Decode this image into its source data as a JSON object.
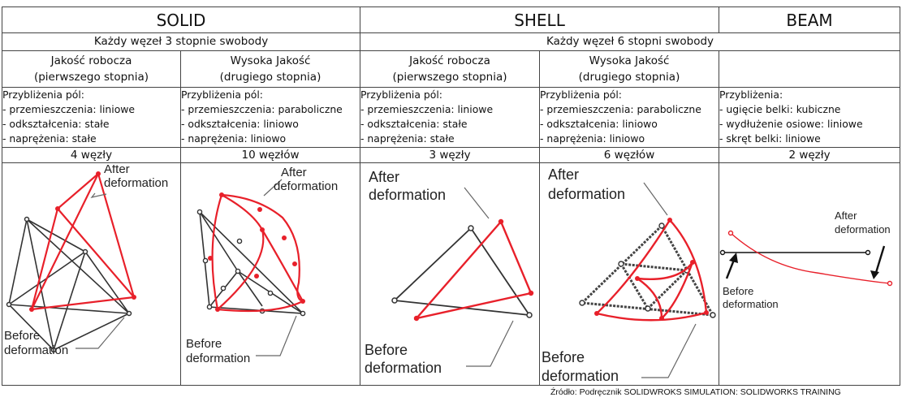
{
  "headers": {
    "solid": "SOLID",
    "shell": "SHELL",
    "beam": "BEAM"
  },
  "dof": {
    "solid": "Każdy węzeł 3 stopnie swobody",
    "shell": "Każdy węzeł 6 stopni swobody"
  },
  "quality": {
    "draft": {
      "line1": "Jakość robocza",
      "line2": "(pierwszego stopnia)"
    },
    "high": {
      "line1": "Wysoka Jakość",
      "line2": "(drugiego stopnia)"
    }
  },
  "approx": {
    "title": "Przybliżenia pól:",
    "beam_title": "Przybliżenia:",
    "draft": [
      "- przemieszczenia: liniowe",
      "- odkształcenia: stałe",
      "- naprężenia: stałe"
    ],
    "high": [
      "- przemieszczenia: paraboliczne",
      "- odkształcenia: liniowo",
      "- naprężenia: liniowo"
    ],
    "beam": [
      "- ugięcie belki: kubiczne",
      "- wydłużenie osiowe: liniowe",
      "- skręt belki: liniowe"
    ]
  },
  "nodes": {
    "solid_draft": "4 węzły",
    "solid_high": "10 węzłów",
    "shell_draft": "3 węzły",
    "shell_high": "6 węzłów",
    "beam": "2 węzły"
  },
  "labels": {
    "after": "After",
    "before": "Before",
    "deformation": "deformation"
  },
  "source": "Źródło: Podręcznik SOLIDWROKS SIMULATION: SOLIDWORKS TRAINING",
  "colors": {
    "deformed": "#e8202a",
    "undeformed": "#333333"
  }
}
